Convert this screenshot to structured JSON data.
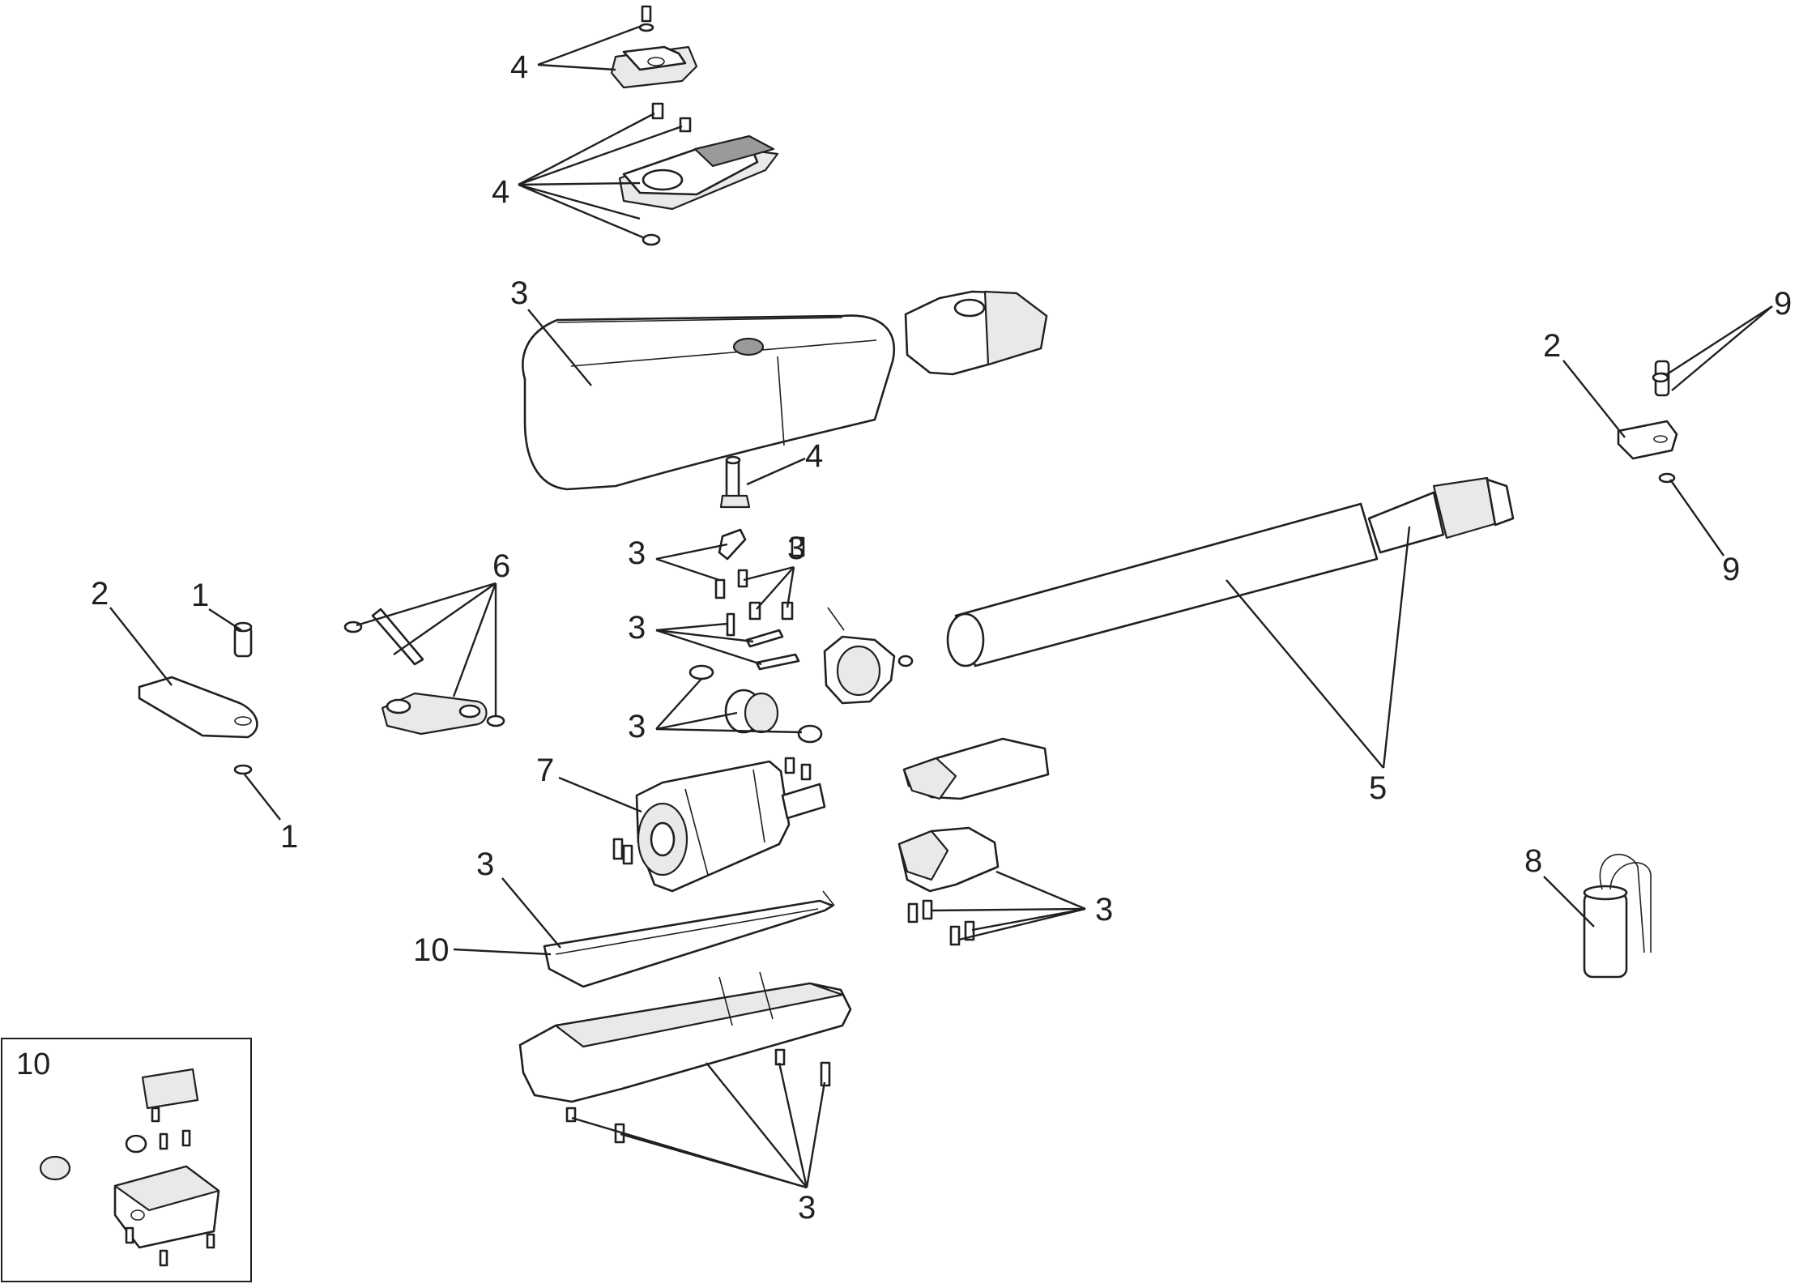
{
  "callouts": {
    "pinCover1": "4",
    "pinCover2": "4",
    "cover": "3",
    "pinShaft": "4",
    "armPlateRight": "2",
    "pinRightTop": "9",
    "pinRightBottom": "9",
    "armPlateLeft": "2",
    "pinLeftTop": "1",
    "pinLeftBottom": "1",
    "releaseArm": "6",
    "gearBracket1": "3",
    "gearBracket2": "3",
    "gearBracket3": "3",
    "gearWheel": "3",
    "tube": "5",
    "motor": "7",
    "gasketTop": "3",
    "gasket": "10",
    "endCaps": "3",
    "capacitor": "8",
    "base": "3"
  },
  "inset": {
    "title": "10"
  }
}
